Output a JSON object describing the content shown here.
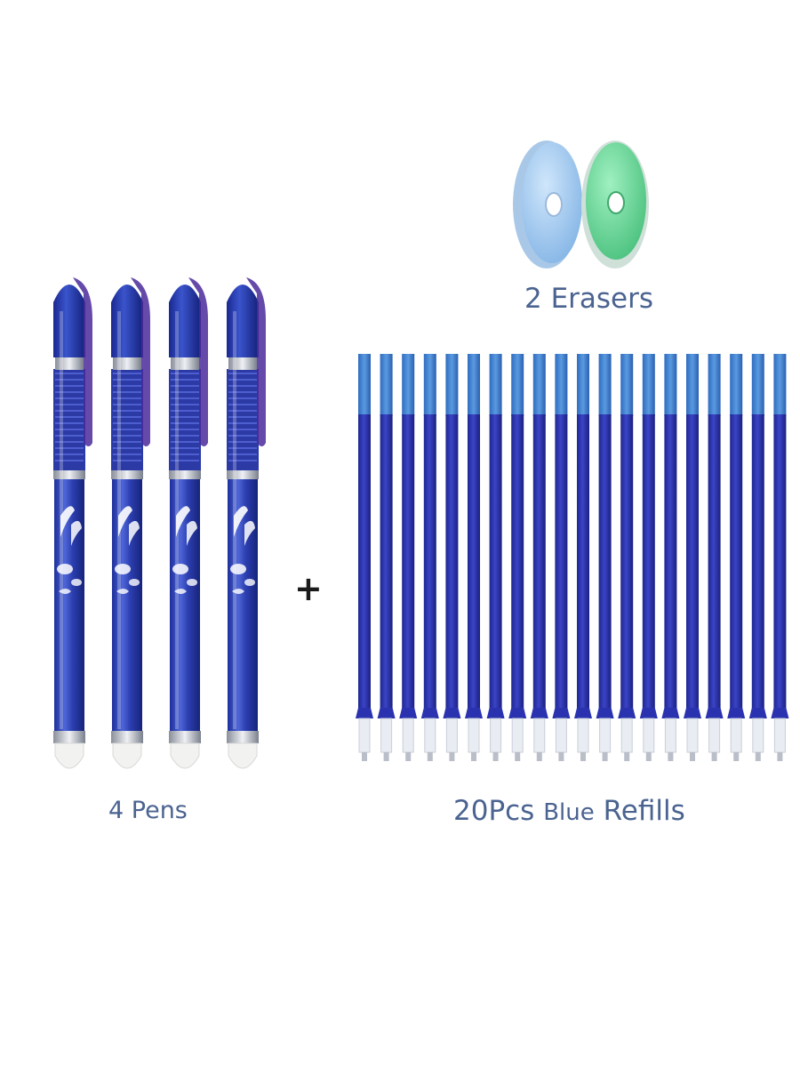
{
  "captions": {
    "erasers": "2 Erasers",
    "pens": "4 Pens",
    "refills_count": "20Pcs",
    "refills_color": "Blue",
    "refills_word": "Refills"
  },
  "plus": "+",
  "counts": {
    "pens": 4,
    "erasers": 2,
    "refills": 20
  },
  "colors": {
    "caption": "#4a6390",
    "pen_blue": "#2c3fb0",
    "refill_ink": "#2a30a8",
    "refill_top": "#3f7fd0",
    "eraser_blue": "#9ec8ee",
    "eraser_green": "#6fd69a"
  }
}
